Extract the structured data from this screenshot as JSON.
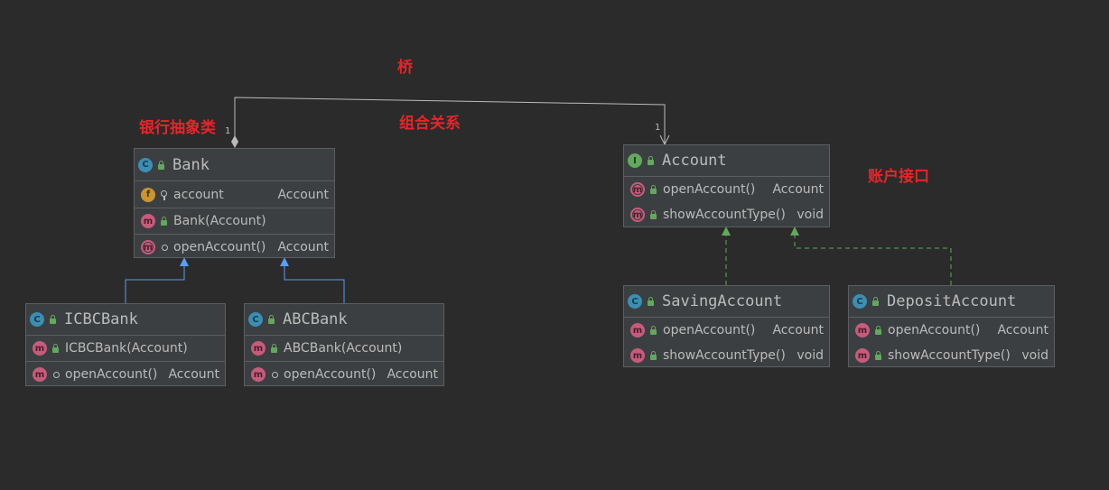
{
  "notes": {
    "bridge": "桥",
    "composition": "组合关系",
    "bank_abstract": "银行抽象类",
    "account_interface": "账户接口",
    "mult_bank": "1",
    "mult_account": "1"
  },
  "classes": {
    "bank": {
      "icon": "C",
      "name": "Bank",
      "fields": [
        {
          "icon": "f",
          "text": "account",
          "type": "Account"
        }
      ],
      "constructors": [
        {
          "icon": "m",
          "text": "Bank(Account)",
          "type": ""
        }
      ],
      "methods": [
        {
          "icon": "m",
          "text": "openAccount()",
          "type": "Account"
        }
      ]
    },
    "icbc": {
      "icon": "C",
      "name": "ICBCBank",
      "rows": [
        {
          "icon": "m",
          "text": "ICBCBank(Account)",
          "type": ""
        },
        {
          "icon": "m",
          "text": "openAccount()",
          "type": "Account"
        }
      ]
    },
    "abc": {
      "icon": "C",
      "name": "ABCBank",
      "rows": [
        {
          "icon": "m",
          "text": "ABCBank(Account)",
          "type": ""
        },
        {
          "icon": "m",
          "text": "openAccount()",
          "type": "Account"
        }
      ]
    },
    "account": {
      "icon": "I",
      "name": "Account",
      "rows": [
        {
          "icon": "m",
          "text": "openAccount()",
          "type": "Account"
        },
        {
          "icon": "m",
          "text": "showAccountType()",
          "type": "void"
        }
      ]
    },
    "saving": {
      "icon": "C",
      "name": "SavingAccount",
      "rows": [
        {
          "icon": "m",
          "text": "openAccount()",
          "type": "Account"
        },
        {
          "icon": "m",
          "text": "showAccountType()",
          "type": "void"
        }
      ]
    },
    "deposit": {
      "icon": "C",
      "name": "DepositAccount",
      "rows": [
        {
          "icon": "m",
          "text": "openAccount()",
          "type": "Account"
        },
        {
          "icon": "m",
          "text": "showAccountType()",
          "type": "void"
        }
      ]
    }
  },
  "colors": {
    "background": "#2b2b2b",
    "note_red": "#e8242a",
    "inheritance_blue": "#589df6",
    "realization_green": "#62a85d",
    "association_gray": "#bbbbbb"
  }
}
